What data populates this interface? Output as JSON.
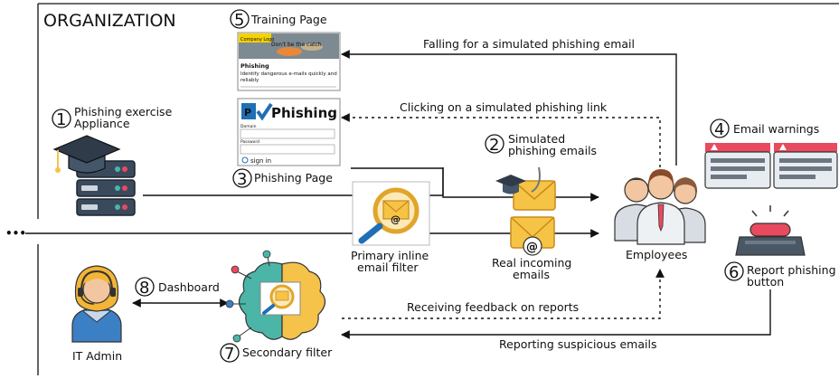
{
  "org_title": "ORGANIZATION",
  "ellipsis": "•••",
  "nodes": {
    "appliance": {
      "num": "1",
      "label_line1": "Phishing exercise",
      "label_line2": "Appliance"
    },
    "sim_emails": {
      "num": "2",
      "label_line1": "Simulated",
      "label_line2": "phishing emails"
    },
    "phish_page": {
      "num": "3",
      "label": "Phishing Page",
      "brand": "Phishing",
      "field1": "Domain",
      "field2": "Password",
      "signin": "sign in"
    },
    "warnings": {
      "num": "4",
      "label": "Email warnings"
    },
    "training": {
      "num": "5",
      "label": "Training Page",
      "logo": "Company Logo",
      "banner": "Don't be the catch",
      "heading": "Phishing",
      "body_line1": "Identify dangerous e-mails quickly and",
      "body_line2": "reliably"
    },
    "report_button": {
      "num": "6",
      "label_line1": "Report phishing",
      "label_line2": "button"
    },
    "secondary_filter": {
      "num": "7",
      "label": "Secondary filter"
    },
    "dashboard": {
      "num": "8",
      "label": "Dashboard"
    },
    "primary_filter": {
      "label_line1": "Primary inline",
      "label_line2": "email filter"
    },
    "real_emails": {
      "label_line1": "Real incoming",
      "label_line2": "emails"
    },
    "employees": {
      "label": "Employees"
    },
    "it_admin": {
      "label": "IT Admin"
    }
  },
  "flows": {
    "falling": "Falling for a simulated phishing email",
    "clicking": "Clicking on a simulated phishing link",
    "feedback": "Receiving feedback on reports",
    "reporting": "Reporting suspicious emails"
  },
  "colors": {
    "envelope": "#f6c445",
    "envelope_stroke": "#e0a52a",
    "server": "#3a4a5c",
    "brain_left": "#4bb5a8",
    "brain_right": "#f5c24a",
    "warning_red": "#e84a5f",
    "phish_blue": "#1f6fb5",
    "headset_hair": "#f2b535"
  }
}
